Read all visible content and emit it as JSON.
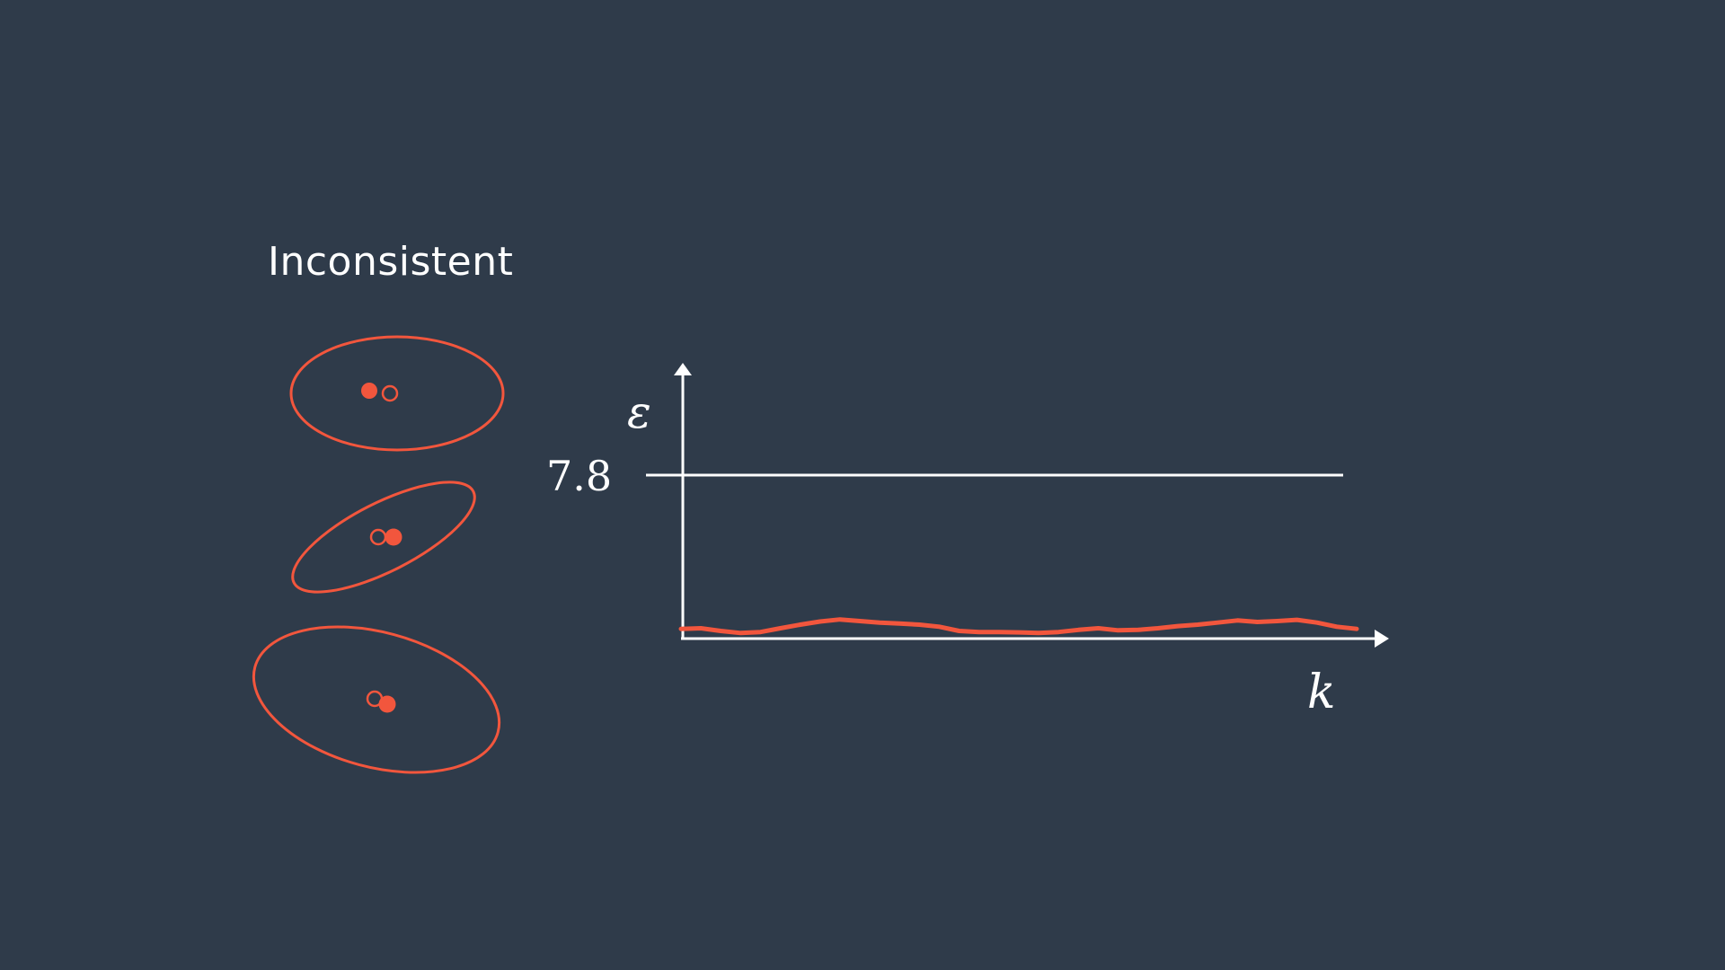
{
  "heading": "Inconsistent",
  "threshold_label": "7.8",
  "y_axis_label": "ε",
  "x_axis_label": "k",
  "colors": {
    "background": "#2f3b4a",
    "accent": "#f2563d",
    "foreground": "#ffffff"
  },
  "chart_data": {
    "type": "line",
    "threshold": 7.8,
    "series": [
      {
        "values": [
          0.25,
          0.28,
          0.15,
          0.05,
          0.1,
          0.28,
          0.45,
          0.6,
          0.7,
          0.62,
          0.55,
          0.5,
          0.45,
          0.35,
          0.15,
          0.1,
          0.1,
          0.08,
          0.05,
          0.1,
          0.2,
          0.28,
          0.18,
          0.2,
          0.28,
          0.38,
          0.45,
          0.55,
          0.65,
          0.58,
          0.62,
          0.68,
          0.55,
          0.35,
          0.25
        ]
      }
    ],
    "ylim": [
      0,
      10
    ]
  }
}
